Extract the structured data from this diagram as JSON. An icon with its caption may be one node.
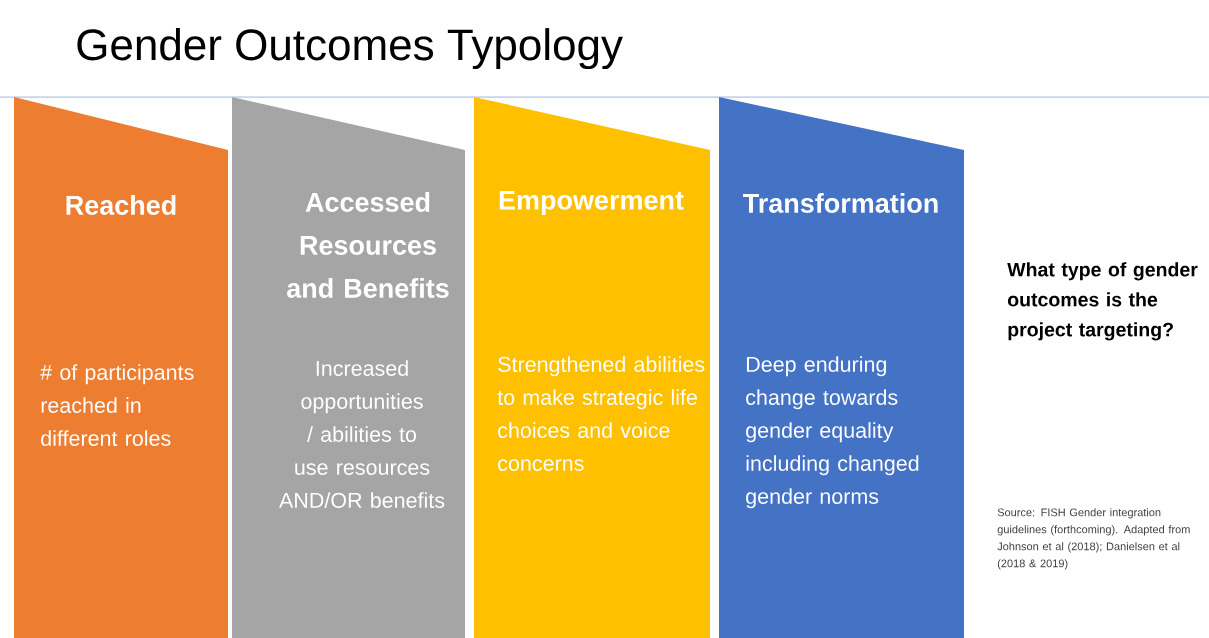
{
  "diagram": {
    "title": "Gender Outcomes Typology",
    "nodes": [
      {
        "text": [
          "Reached",
          "# of participants reached in different roles"
        ]
      },
      {
        "text": [
          "Accessed Resources and Benefits",
          "Increased opportunities / abilities to use resources AND/OR benefits"
        ]
      },
      {
        "text": [
          "Empowerment",
          "Strengthened abilities to make strategic life choices and voice concerns"
        ]
      },
      {
        "text": [
          "Transformation",
          "Deep enduring change towards gender equality including changed gender norms"
        ]
      }
    ],
    "labels": [
      "What type of gender outcomes is the project targeting?",
      "Source: FISH Gender integration guidelines (forthcoming). Adapted from Johnson et al (2018); Danielsen et al (2018 & 2019)"
    ]
  }
}
